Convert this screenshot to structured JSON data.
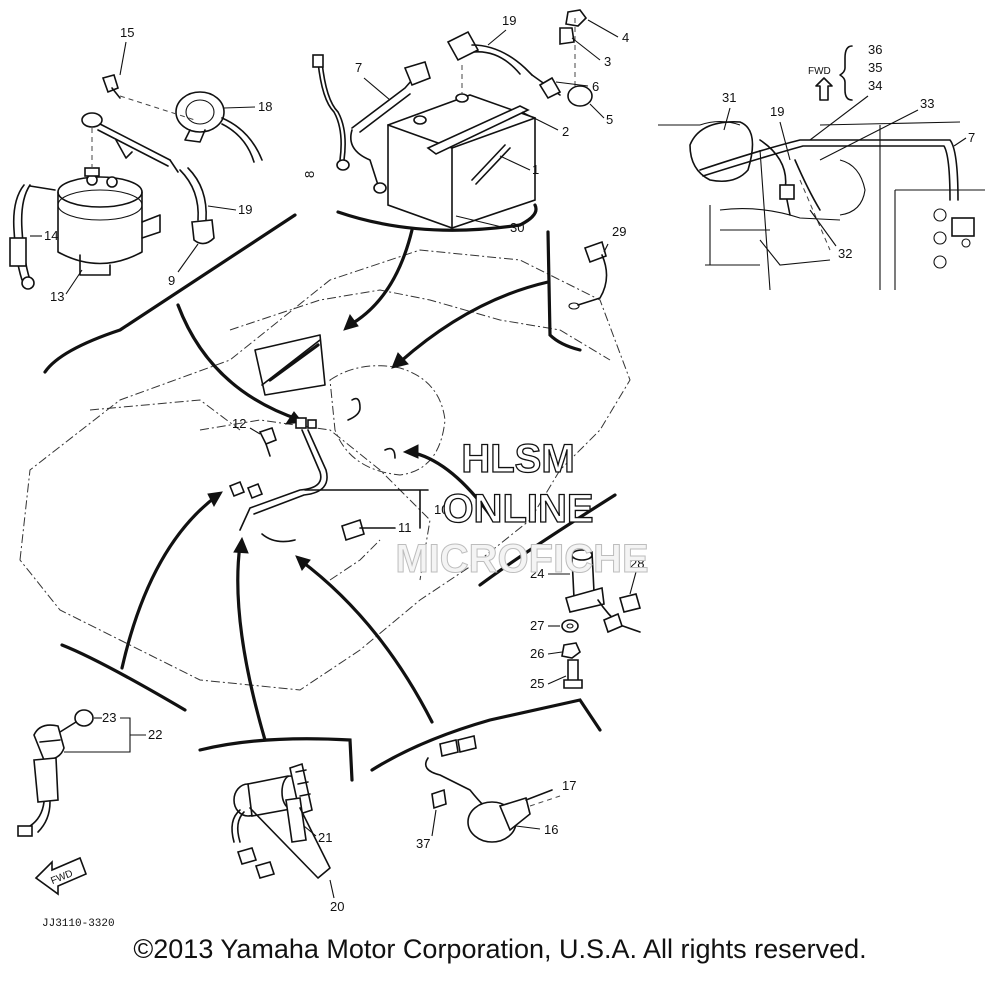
{
  "diagram": {
    "part_numbers": [
      "1",
      "2",
      "3",
      "4",
      "5",
      "6",
      "7",
      "8",
      "9",
      "10",
      "11",
      "12",
      "13",
      "14",
      "15",
      "16",
      "17",
      "18",
      "19",
      "20",
      "21",
      "22",
      "23",
      "24",
      "25",
      "26",
      "27",
      "28",
      "29",
      "30",
      "31",
      "32",
      "33",
      "34",
      "35",
      "36",
      "37"
    ],
    "inset_part_numbers": [
      "31",
      "19",
      "33",
      "34",
      "35",
      "36",
      "7",
      "32"
    ],
    "fwd_label_top": "FWD",
    "fwd_label_bottom": "FWD",
    "drawing_code": "JJ3110-3320",
    "watermark": {
      "line1": "HLSM",
      "line2": "ONLINE",
      "line3": "MICROFICHE"
    }
  },
  "footer": {
    "copyright": "©2013 Yamaha Motor Corporation, U.S.A. All rights reserved."
  }
}
